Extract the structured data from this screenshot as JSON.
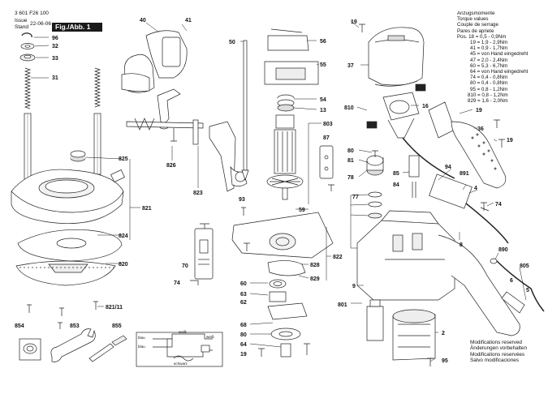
{
  "header": {
    "doc_number": "3 601 F26 100",
    "issue_label": "Issue",
    "stand_label": "Stand",
    "issue_date": "22-06-06",
    "figure_label": "Fig./Abb. 1"
  },
  "torque_table": {
    "headings": [
      "Anzugsmomente",
      "Torque values",
      "Couple de serrage",
      "Pares de apriete"
    ],
    "rows": [
      "Pos. 18 = 0,5 - 0,9Nm",
      "19 = 1,9 - 2,9Nm",
      "41 = 0,9 - 1,7Nm",
      "45 = von Hand eingedreht",
      "47 = 2,0 - 2,4Nm",
      "60 = 5,3 - 6,7Nm",
      "64 = von Hand eingedreht",
      "74 = 0,4 - 0,8Nm",
      "80 = 0,4 - 0,8Nm",
      "95 = 0,8 - 1,2Nm",
      "810 = 0,8 - 1,2Nm",
      "829 = 1,6 - 2,0Nm"
    ]
  },
  "modifications": [
    "Modifications reserved",
    "Änderungen vorbehalten",
    "Modifications reservées",
    "Salvo modificaciones"
  ],
  "wiring": {
    "label_blau_1": "blau",
    "label_blau_2": "blau",
    "label_weiss_1": "weiß",
    "label_weiss_2": "weiß",
    "label_schwarz": "schwarz"
  },
  "callouts": {
    "c96": "96",
    "c32": "32",
    "c33": "33",
    "c31": "31",
    "c825": "825",
    "c821": "821",
    "c824": "824",
    "c820": "820",
    "c821_11": "821/11",
    "c854": "854",
    "c853": "853",
    "c855": "855",
    "c40": "40",
    "c41": "41",
    "c826": "826",
    "c823": "823",
    "c93": "93",
    "c70": "70",
    "c74a": "74",
    "c50": "50",
    "c56": "56",
    "c55": "55",
    "c54": "54",
    "c13": "13",
    "c803": "803",
    "c87": "87",
    "c59": "59",
    "c822": "822",
    "c828": "828",
    "c829": "829",
    "c60": "60",
    "c63": "63",
    "c62": "62",
    "c68": "68",
    "c80a": "80",
    "c64": "64",
    "c19a": "19",
    "c19b": "19",
    "c37": "37",
    "c810": "810",
    "c16": "16",
    "c19c": "19",
    "c36": "36",
    "c19d": "19",
    "c80b": "80",
    "c81": "81",
    "c85": "85",
    "c78": "78",
    "c84": "84",
    "c77": "77",
    "c94": "94",
    "c891": "891",
    "c4": "4",
    "c74b": "74",
    "c8": "8",
    "c890": "890",
    "c9": "9",
    "c801": "801",
    "c6": "6",
    "c805": "805",
    "c5": "5",
    "c2": "2",
    "c95": "95"
  }
}
